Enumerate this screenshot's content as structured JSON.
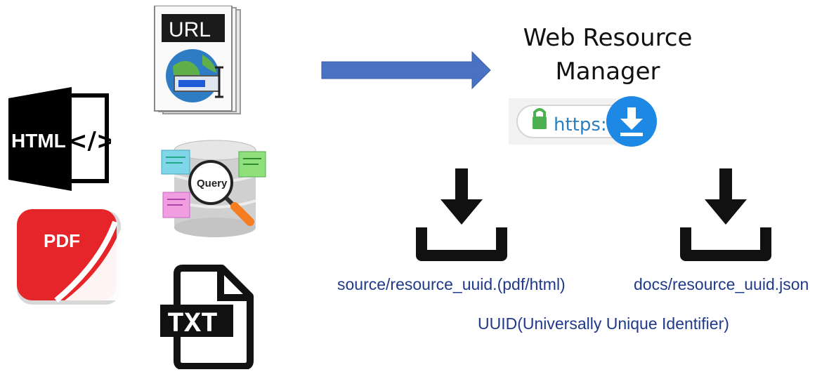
{
  "title_line1": "Web Resource",
  "title_line2": "Manager",
  "url_icon": {
    "label": "URL"
  },
  "html_icon": {
    "label": "HTML",
    "code": "</>"
  },
  "pdf_icon": {
    "label": "PDF"
  },
  "query_icon": {
    "label": "Query"
  },
  "txt_icon": {
    "label": "TXT"
  },
  "url_bar": {
    "text": "https:"
  },
  "captions": {
    "source": "source/resource_uuid.(pdf/html)",
    "docs": "docs/resource_uuid.json",
    "uuid": "UUID(Universally Unique Identifier)"
  },
  "colors": {
    "arrow": "#4a72c4",
    "caption": "#1f3a8a",
    "pdf_red": "#e5252a",
    "download_blue": "#1e88e5",
    "lock_green": "#4caf50"
  }
}
